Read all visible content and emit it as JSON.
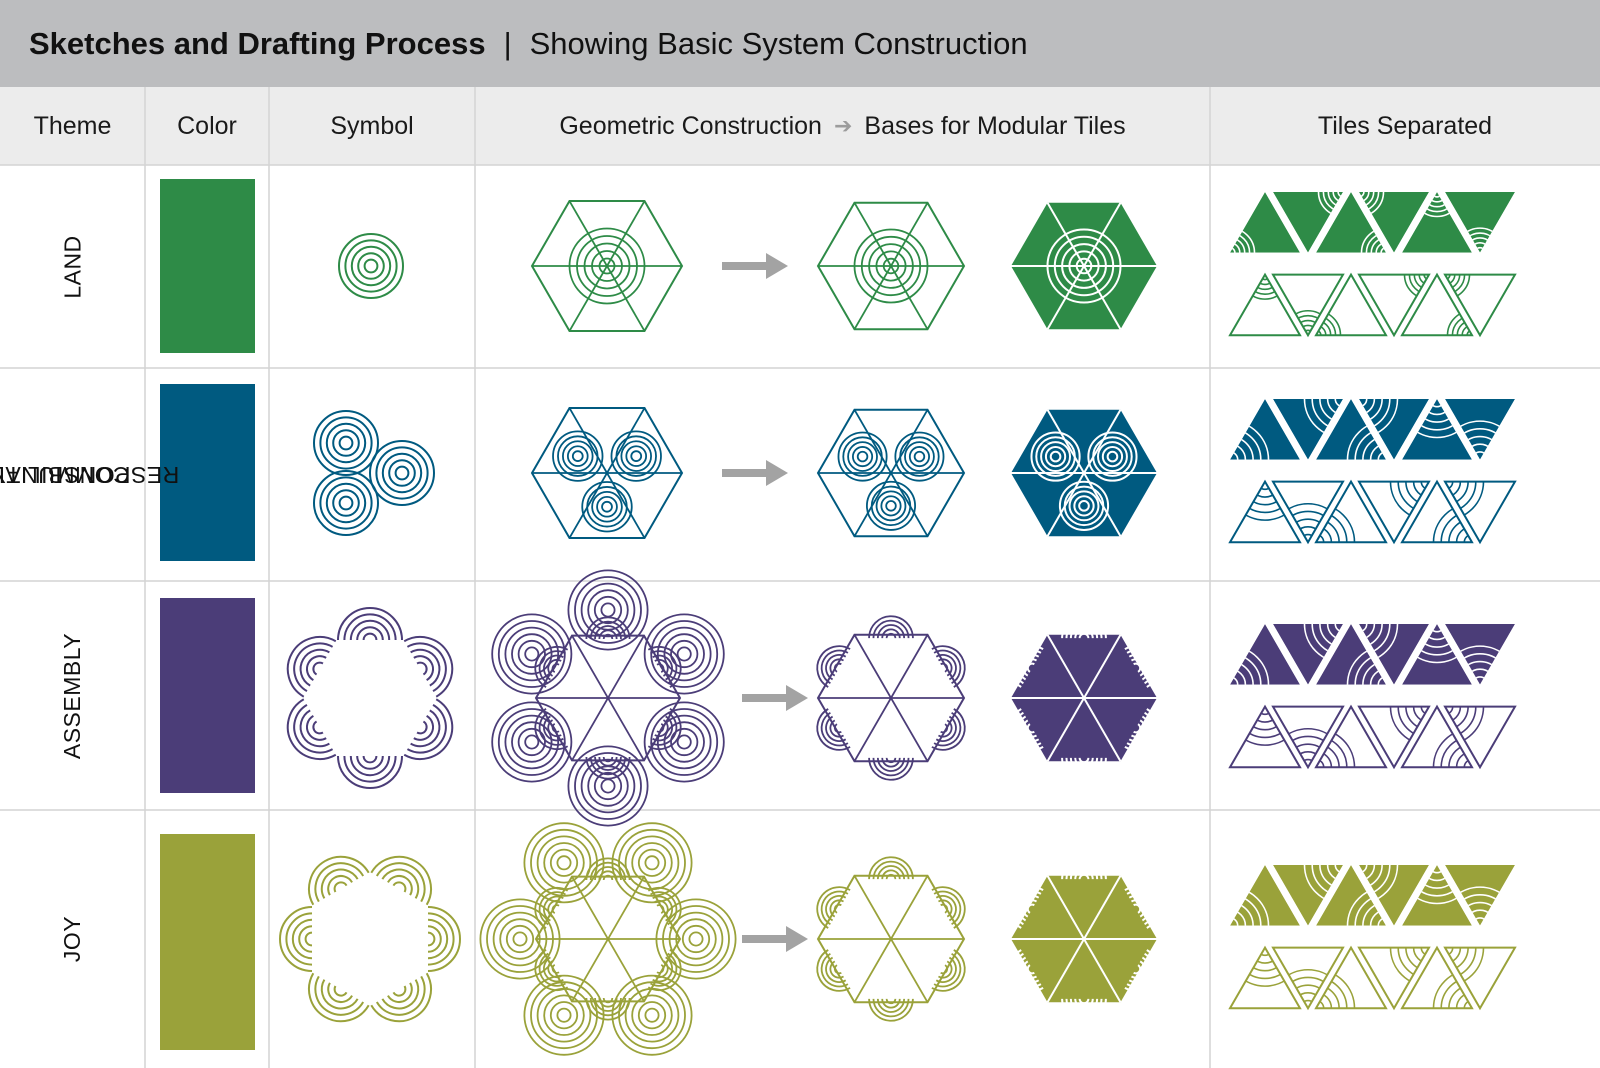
{
  "header": {
    "title": "Sketches and Drafting Process",
    "separator": "|",
    "subtitle": "Showing Basic System Construction"
  },
  "columns": {
    "theme": "Theme",
    "color": "Color",
    "symbol": "Symbol",
    "construction": "Geometric Construction",
    "bases": "Bases for Modular Tiles",
    "tiles": "Tiles Separated"
  },
  "rows": [
    {
      "theme": "LAND",
      "color": "#2e8b47",
      "symbol": "single-concentric-circle-icon"
    },
    {
      "theme_line1": "COMMUNAL",
      "theme_line2": "RESPONSBILITY",
      "color": "#005a80",
      "symbol": "triple-concentric-circles-icon"
    },
    {
      "theme": "ASSEMBLY",
      "color": "#4b3d78",
      "symbol": "six-arc-ring-icon"
    },
    {
      "theme": "JOY",
      "color": "#9aa23a",
      "symbol": "six-arc-ring-open-icon"
    }
  ],
  "colors": {
    "title_bar": "#bcbdbf",
    "header_row": "#ececec",
    "grid_lines": "#d4d4d4",
    "arrow": "#a3a3a3"
  }
}
